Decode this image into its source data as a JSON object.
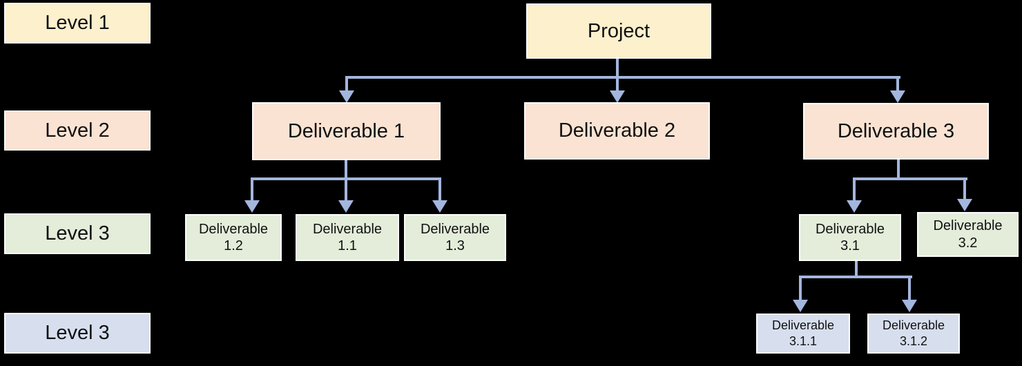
{
  "colors": {
    "background": "#000000",
    "level1_fill": "#fcf0cd",
    "level2_fill": "#fae3d3",
    "level3_fill": "#e3edda",
    "level4_fill": "#d7dfef",
    "box_border": "#fcfcfc",
    "connector": "#a3b6de",
    "text": "#111111"
  },
  "legend": {
    "level1": "Level 1",
    "level2": "Level 2",
    "level3_green": "Level 3",
    "level3_blue": "Level 3"
  },
  "nodes": {
    "project": {
      "label": "Project"
    },
    "d1": {
      "label": "Deliverable 1"
    },
    "d2": {
      "label": "Deliverable 2"
    },
    "d3": {
      "label": "Deliverable 3"
    },
    "d1_2": {
      "line1": "Deliverable",
      "line2": "1.2"
    },
    "d1_1": {
      "line1": "Deliverable",
      "line2": "1.1"
    },
    "d1_3": {
      "line1": "Deliverable",
      "line2": "1.3"
    },
    "d3_1": {
      "line1": "Deliverable",
      "line2": "3.1"
    },
    "d3_2": {
      "line1": "Deliverable",
      "line2": "3.2"
    },
    "d3_1_1": {
      "line1": "Deliverable",
      "line2": "3.1.1"
    },
    "d3_1_2": {
      "line1": "Deliverable",
      "line2": "3.1.2"
    }
  }
}
